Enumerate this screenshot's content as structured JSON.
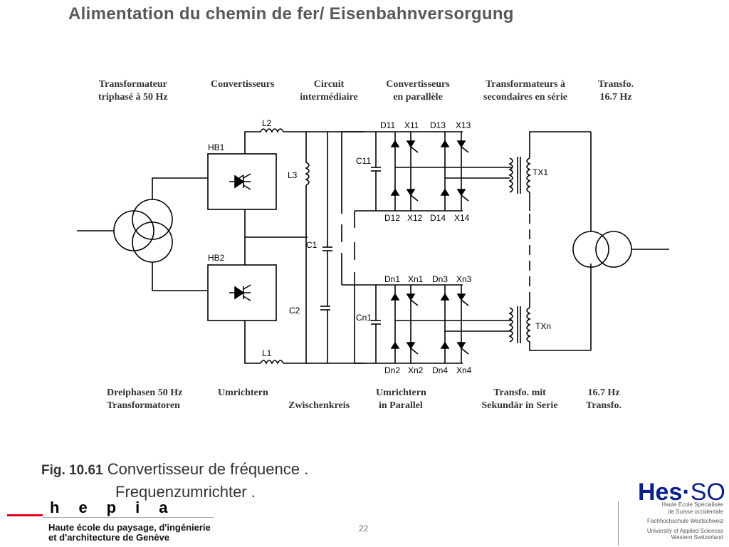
{
  "title": "Alimentation du chemin de fer/ Eisenbahnversorgung",
  "labels_fr": [
    {
      "line1": "Transformateur",
      "line2": "triphasé à 50 Hz"
    },
    {
      "line1": "Convertisseurs",
      "line2": ""
    },
    {
      "line1": "Circuit",
      "line2": "intermédiaire"
    },
    {
      "line1": "Convertisseurs",
      "line2": "en parallèle"
    },
    {
      "line1": "Transformateurs à",
      "line2": "secondaires en série"
    },
    {
      "line1": "Transfo.",
      "line2": "16.7 Hz"
    }
  ],
  "labels_de": [
    {
      "line1": "Dreiphasen 50 Hz",
      "line2": "Transformatoren"
    },
    {
      "line1": "Umrichtern",
      "line2": ""
    },
    {
      "line1": "",
      "line2": "Zwischenkreis"
    },
    {
      "line1": "Umrichtern",
      "line2": "in Parallel"
    },
    {
      "line1": "Transfo. mit",
      "line2": "Sekundär in Serie"
    },
    {
      "line1": "16.7 Hz",
      "line2": "Transfo."
    }
  ],
  "components": {
    "HB1": "HB1",
    "HB2": "HB2",
    "L1": "L1",
    "L2": "L2",
    "L3": "L3",
    "C1": "C1",
    "C2": "C2",
    "C11": "C11",
    "Cn1": "Cn1",
    "D11": "D11",
    "X11": "X11",
    "D13": "D13",
    "X13": "X13",
    "D12": "D12",
    "X12": "X12",
    "D14": "D14",
    "X14": "X14",
    "Dn1": "Dn1",
    "Xn1": "Xn1",
    "Dn3": "Dn3",
    "Xn3": "Xn3",
    "Dn2": "Dn2",
    "Xn2": "Xn2",
    "Dn4": "Dn4",
    "Xn4": "Xn4",
    "TX1": "TX1",
    "TXn": "TXn"
  },
  "caption": {
    "fig": "Fig. 10.61",
    "line1": "Convertisseur de fréquence .",
    "line2": "Frequenzumrichter ."
  },
  "footer": {
    "hepia": "hepia",
    "hepia_sub1": "Haute école du paysage, d'ingénierie",
    "hepia_sub2": "et d'architecture de Genève",
    "page": "22"
  },
  "hes_so": {
    "logo_main": "Hes",
    "logo_dot": "·",
    "logo_so": "SO",
    "line1": "Haute Ecole Spécialisée",
    "line2": "de Suisse occidentale",
    "line3": "Fachhochschule Westschweiz",
    "line4": "University of Applied Sciences",
    "line5": "Western Switzerland"
  },
  "colors": {
    "hes_blue": "#0a1f8f",
    "hepia_red": "#e0001a",
    "title_grey": "#595959"
  }
}
